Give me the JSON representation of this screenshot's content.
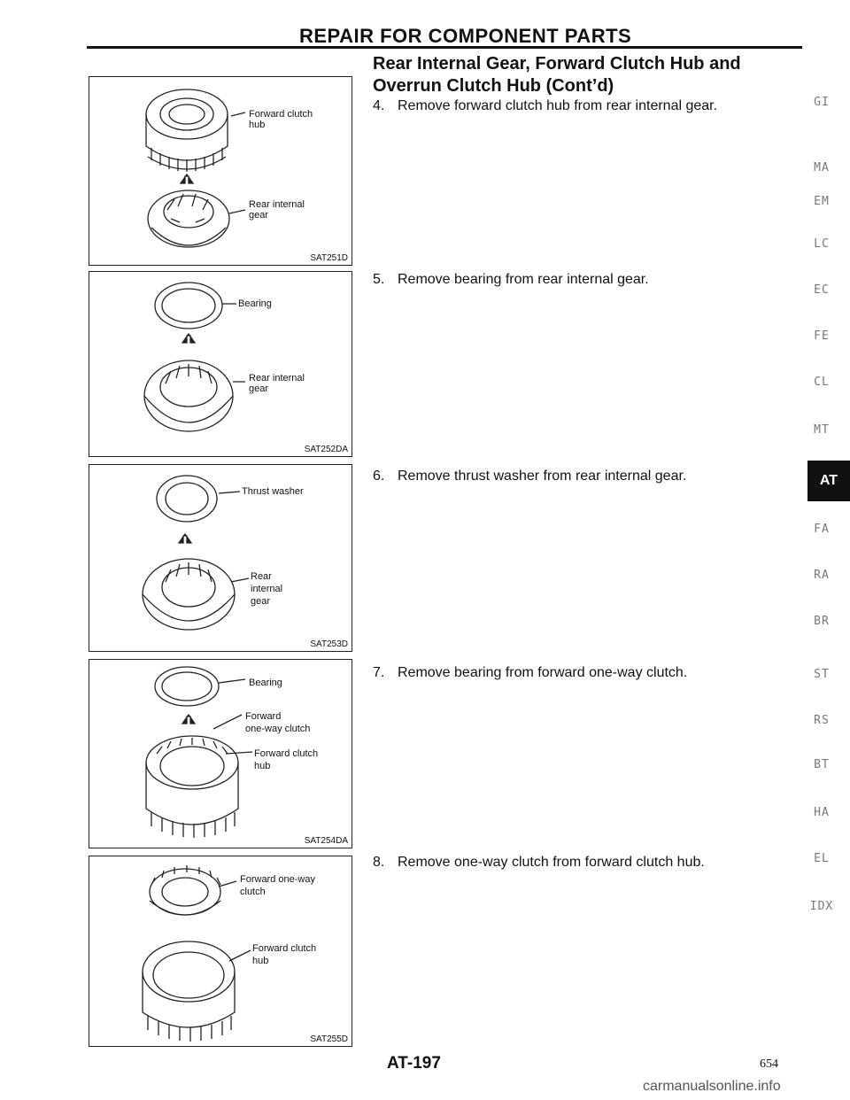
{
  "header": {
    "title": "REPAIR FOR COMPONENT PARTS"
  },
  "section": {
    "title": "Rear Internal Gear, Forward Clutch Hub and Overrun Clutch Hub (Cont’d)"
  },
  "steps": [
    {
      "num": "4.",
      "text": "Remove forward clutch hub from rear internal gear."
    },
    {
      "num": "5.",
      "text": "Remove bearing from rear internal gear."
    },
    {
      "num": "6.",
      "text": "Remove thrust washer from rear internal gear."
    },
    {
      "num": "7.",
      "text": "Remove bearing from forward one-way clutch."
    },
    {
      "num": "8.",
      "text": "Remove one-way clutch from forward clutch hub."
    }
  ],
  "figures": [
    {
      "code": "SAT251D",
      "labels": [
        "Forward clutch",
        "hub",
        "Rear internal",
        "gear"
      ]
    },
    {
      "code": "SAT252DA",
      "labels": [
        "Bearing",
        "Rear internal",
        "gear"
      ]
    },
    {
      "code": "SAT253D",
      "labels": [
        "Thrust washer",
        "Rear",
        "internal",
        "gear"
      ]
    },
    {
      "code": "SAT254DA",
      "labels": [
        "Bearing",
        "Forward",
        "one-way clutch",
        "Forward clutch",
        "hub"
      ]
    },
    {
      "code": "SAT255D",
      "labels": [
        "Forward one-way",
        "clutch",
        "Forward clutch",
        "hub"
      ]
    }
  ],
  "side_tabs": [
    "GI",
    "MA",
    "EM",
    "LC",
    "EC",
    "FE",
    "CL",
    "MT",
    "AT",
    "FA",
    "RA",
    "BR",
    "ST",
    "RS",
    "BT",
    "HA",
    "EL",
    "IDX"
  ],
  "active_tab": "AT",
  "footer": {
    "page_code": "AT-197",
    "page_number": "654",
    "watermark": "carmanualsonline.info"
  }
}
